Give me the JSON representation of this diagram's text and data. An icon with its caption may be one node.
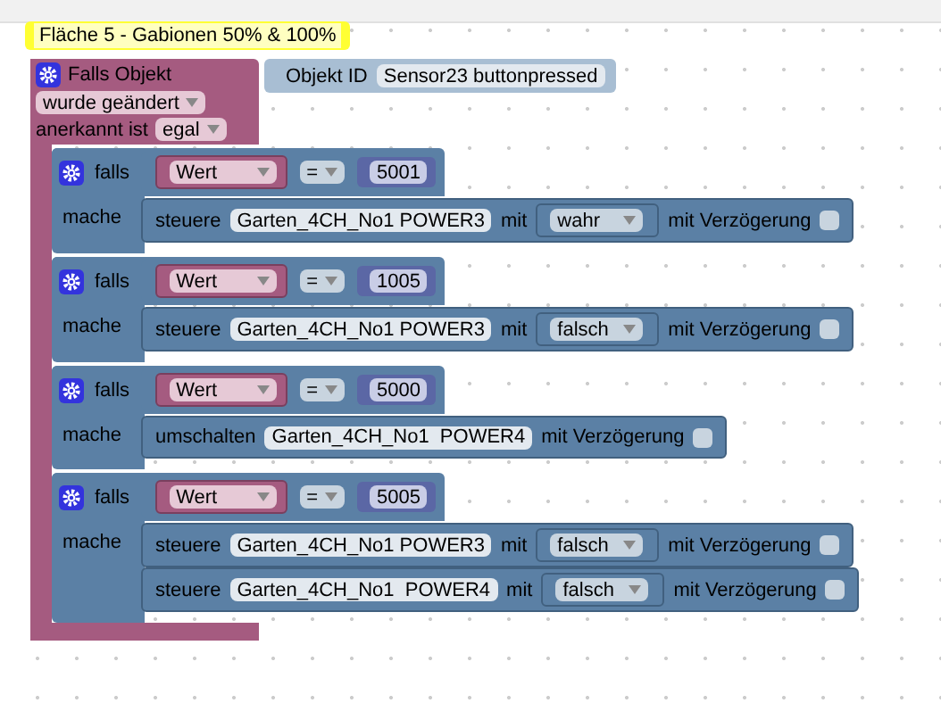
{
  "diagram": {
    "nodes": [
      {
        "text": [
          "Fläche 5 - Gabionen 50% & 100%"
        ]
      },
      {
        "text": [
          "Falls Objekt",
          "anerkannt ist"
        ]
      },
      {
        "text": [
          "Objekt ID"
        ],
        "in": 1
      },
      {
        "text": [
          "Sensor23 buttonpressed"
        ],
        "in": 2
      },
      {
        "text": [
          "wurde geändert"
        ],
        "in": 1
      },
      {
        "text": [
          "egal"
        ],
        "in": 1
      },
      {
        "text": [
          "falls",
          "mache"
        ],
        "in": 1
      },
      {
        "text": [],
        "shape": "box",
        "in": 6
      },
      {
        "text": [
          "Wert"
        ],
        "in": 7
      },
      {
        "text": [
          "="
        ],
        "in": 7
      },
      {
        "text": [
          "5001"
        ],
        "in": 7
      },
      {
        "text": [
          "steuere",
          "mit",
          "mit Verzögerung"
        ],
        "in": 6
      },
      {
        "text": [
          "Garten_4CH_No1 POWER3"
        ],
        "in": 11
      },
      {
        "text": [
          "wahr"
        ],
        "in": 11
      },
      {
        "text": [],
        "shape": "box",
        "in": 11
      },
      {
        "text": [
          "falls",
          "mache"
        ],
        "in": 1
      },
      {
        "text": [],
        "shape": "box",
        "in": 15
      },
      {
        "text": [
          "Wert"
        ],
        "in": 16
      },
      {
        "text": [
          "="
        ],
        "in": 16
      },
      {
        "text": [
          "1005"
        ],
        "in": 16
      },
      {
        "text": [
          "steuere",
          "mit",
          "mit Verzögerung"
        ],
        "in": 15
      },
      {
        "text": [
          "Garten_4CH_No1 POWER3"
        ],
        "in": 20
      },
      {
        "text": [
          "falsch"
        ],
        "in": 20
      },
      {
        "text": [],
        "shape": "box",
        "in": 20
      },
      {
        "text": [
          "falls",
          "mache"
        ],
        "in": 1
      },
      {
        "text": [],
        "shape": "box",
        "in": 24
      },
      {
        "text": [
          "Wert"
        ],
        "in": 25
      },
      {
        "text": [
          "="
        ],
        "in": 25
      },
      {
        "text": [
          "5000"
        ],
        "in": 25
      },
      {
        "text": [
          "umschalten",
          "mit Verzögerung"
        ],
        "in": 24
      },
      {
        "text": [
          "Garten_4CH_No1  POWER4"
        ],
        "in": 29
      },
      {
        "text": [],
        "shape": "box",
        "in": 29
      },
      {
        "text": [
          "falls",
          "mache"
        ],
        "in": 1
      },
      {
        "text": [],
        "shape": "box",
        "in": 32
      },
      {
        "text": [
          "Wert"
        ],
        "in": 33
      },
      {
        "text": [
          "="
        ],
        "in": 33
      },
      {
        "text": [
          "5005"
        ],
        "in": 33
      },
      {
        "text": [
          "steuere",
          "mit",
          "mit Verzögerung"
        ],
        "in": 32
      },
      {
        "text": [
          "Garten_4CH_No1 POWER3"
        ],
        "in": 37
      },
      {
        "text": [
          "falsch"
        ],
        "in": 37
      },
      {
        "text": [],
        "shape": "box",
        "in": 37
      },
      {
        "text": [
          "steuere",
          "mit",
          "mit Verzögerung"
        ],
        "in": 32
      },
      {
        "text": [
          "Garten_4CH_No1  POWER4"
        ],
        "in": 41
      },
      {
        "text": [
          "falsch"
        ],
        "in": 41
      },
      {
        "text": [],
        "shape": "box",
        "in": 41
      }
    ]
  }
}
